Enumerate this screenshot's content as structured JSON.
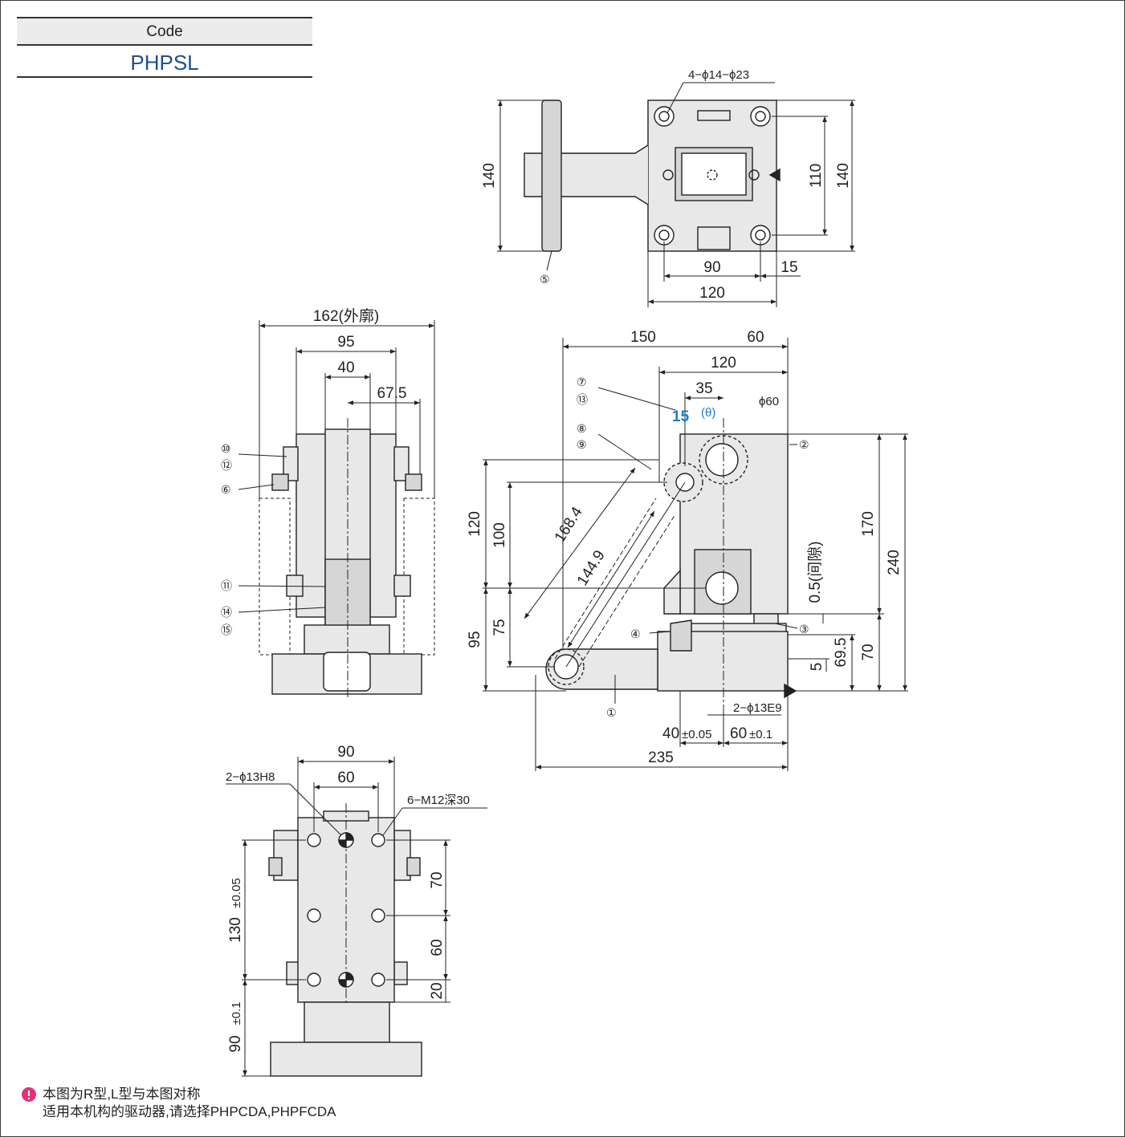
{
  "header": {
    "code_label": "Code",
    "code_value": "PHPSL"
  },
  "top_view": {
    "dims": {
      "height_left": "140",
      "height_inner": "110",
      "height_right": "140",
      "width_inner": "90",
      "width_offset": "15",
      "width_outer": "120"
    },
    "holes_label": "4−ϕ14−ϕ23",
    "part_5": "⑤"
  },
  "side_view": {
    "dims": {
      "outline": "162(外廓)",
      "w95": "95",
      "w40": "40",
      "w67_5": "67.5"
    },
    "parts": {
      "p10": "⑩",
      "p12": "⑫",
      "p6": "⑥",
      "p11": "⑪",
      "p14": "⑭",
      "p15": "⑮"
    }
  },
  "front_view": {
    "dims": {
      "w150": "150",
      "w60": "60",
      "w120": "120",
      "w35": "35",
      "angle": "15",
      "angle_theta": "(θ)",
      "phi60": "ϕ60",
      "d168_4": "168.4",
      "d144_9": "144.9",
      "h120": "120",
      "h100": "100",
      "h95": "95",
      "h75": "75",
      "h170": "170",
      "h240": "240",
      "gap": "0.5(间隙)",
      "h70": "70",
      "h69_5": "69.5",
      "h5": "5",
      "holes_e9": "2−ϕ13E9",
      "w40_tol": "40",
      "tol_005": "±0.05",
      "w60_tol": "60",
      "tol_01": "±0.1",
      "w235": "235"
    },
    "parts": {
      "p7": "⑦",
      "p13": "⑬",
      "p8": "⑧",
      "p9": "⑨",
      "p2": "②",
      "p3": "③",
      "p4": "④",
      "p1": "①"
    }
  },
  "bottom_view": {
    "dims": {
      "w90": "90",
      "w60": "60",
      "h70": "70",
      "h60": "60",
      "h20": "20",
      "h130": "130",
      "tol_130": "±0.05",
      "h90": "90",
      "tol_90": "±0.1"
    },
    "holes_h8": "2−ϕ13H8",
    "tapped": "6−M12深30"
  },
  "notes": {
    "line1": "本图为R型,L型与本图对称",
    "line2": "适用本机构的驱动器,请选择PHPCDA,PHPFCDA"
  },
  "colors": {
    "accent_blue": "#1f7cc1",
    "code_blue": "#1f4e8c",
    "note_icon": "#e5317a",
    "part_fill": "#e8e8e8"
  }
}
